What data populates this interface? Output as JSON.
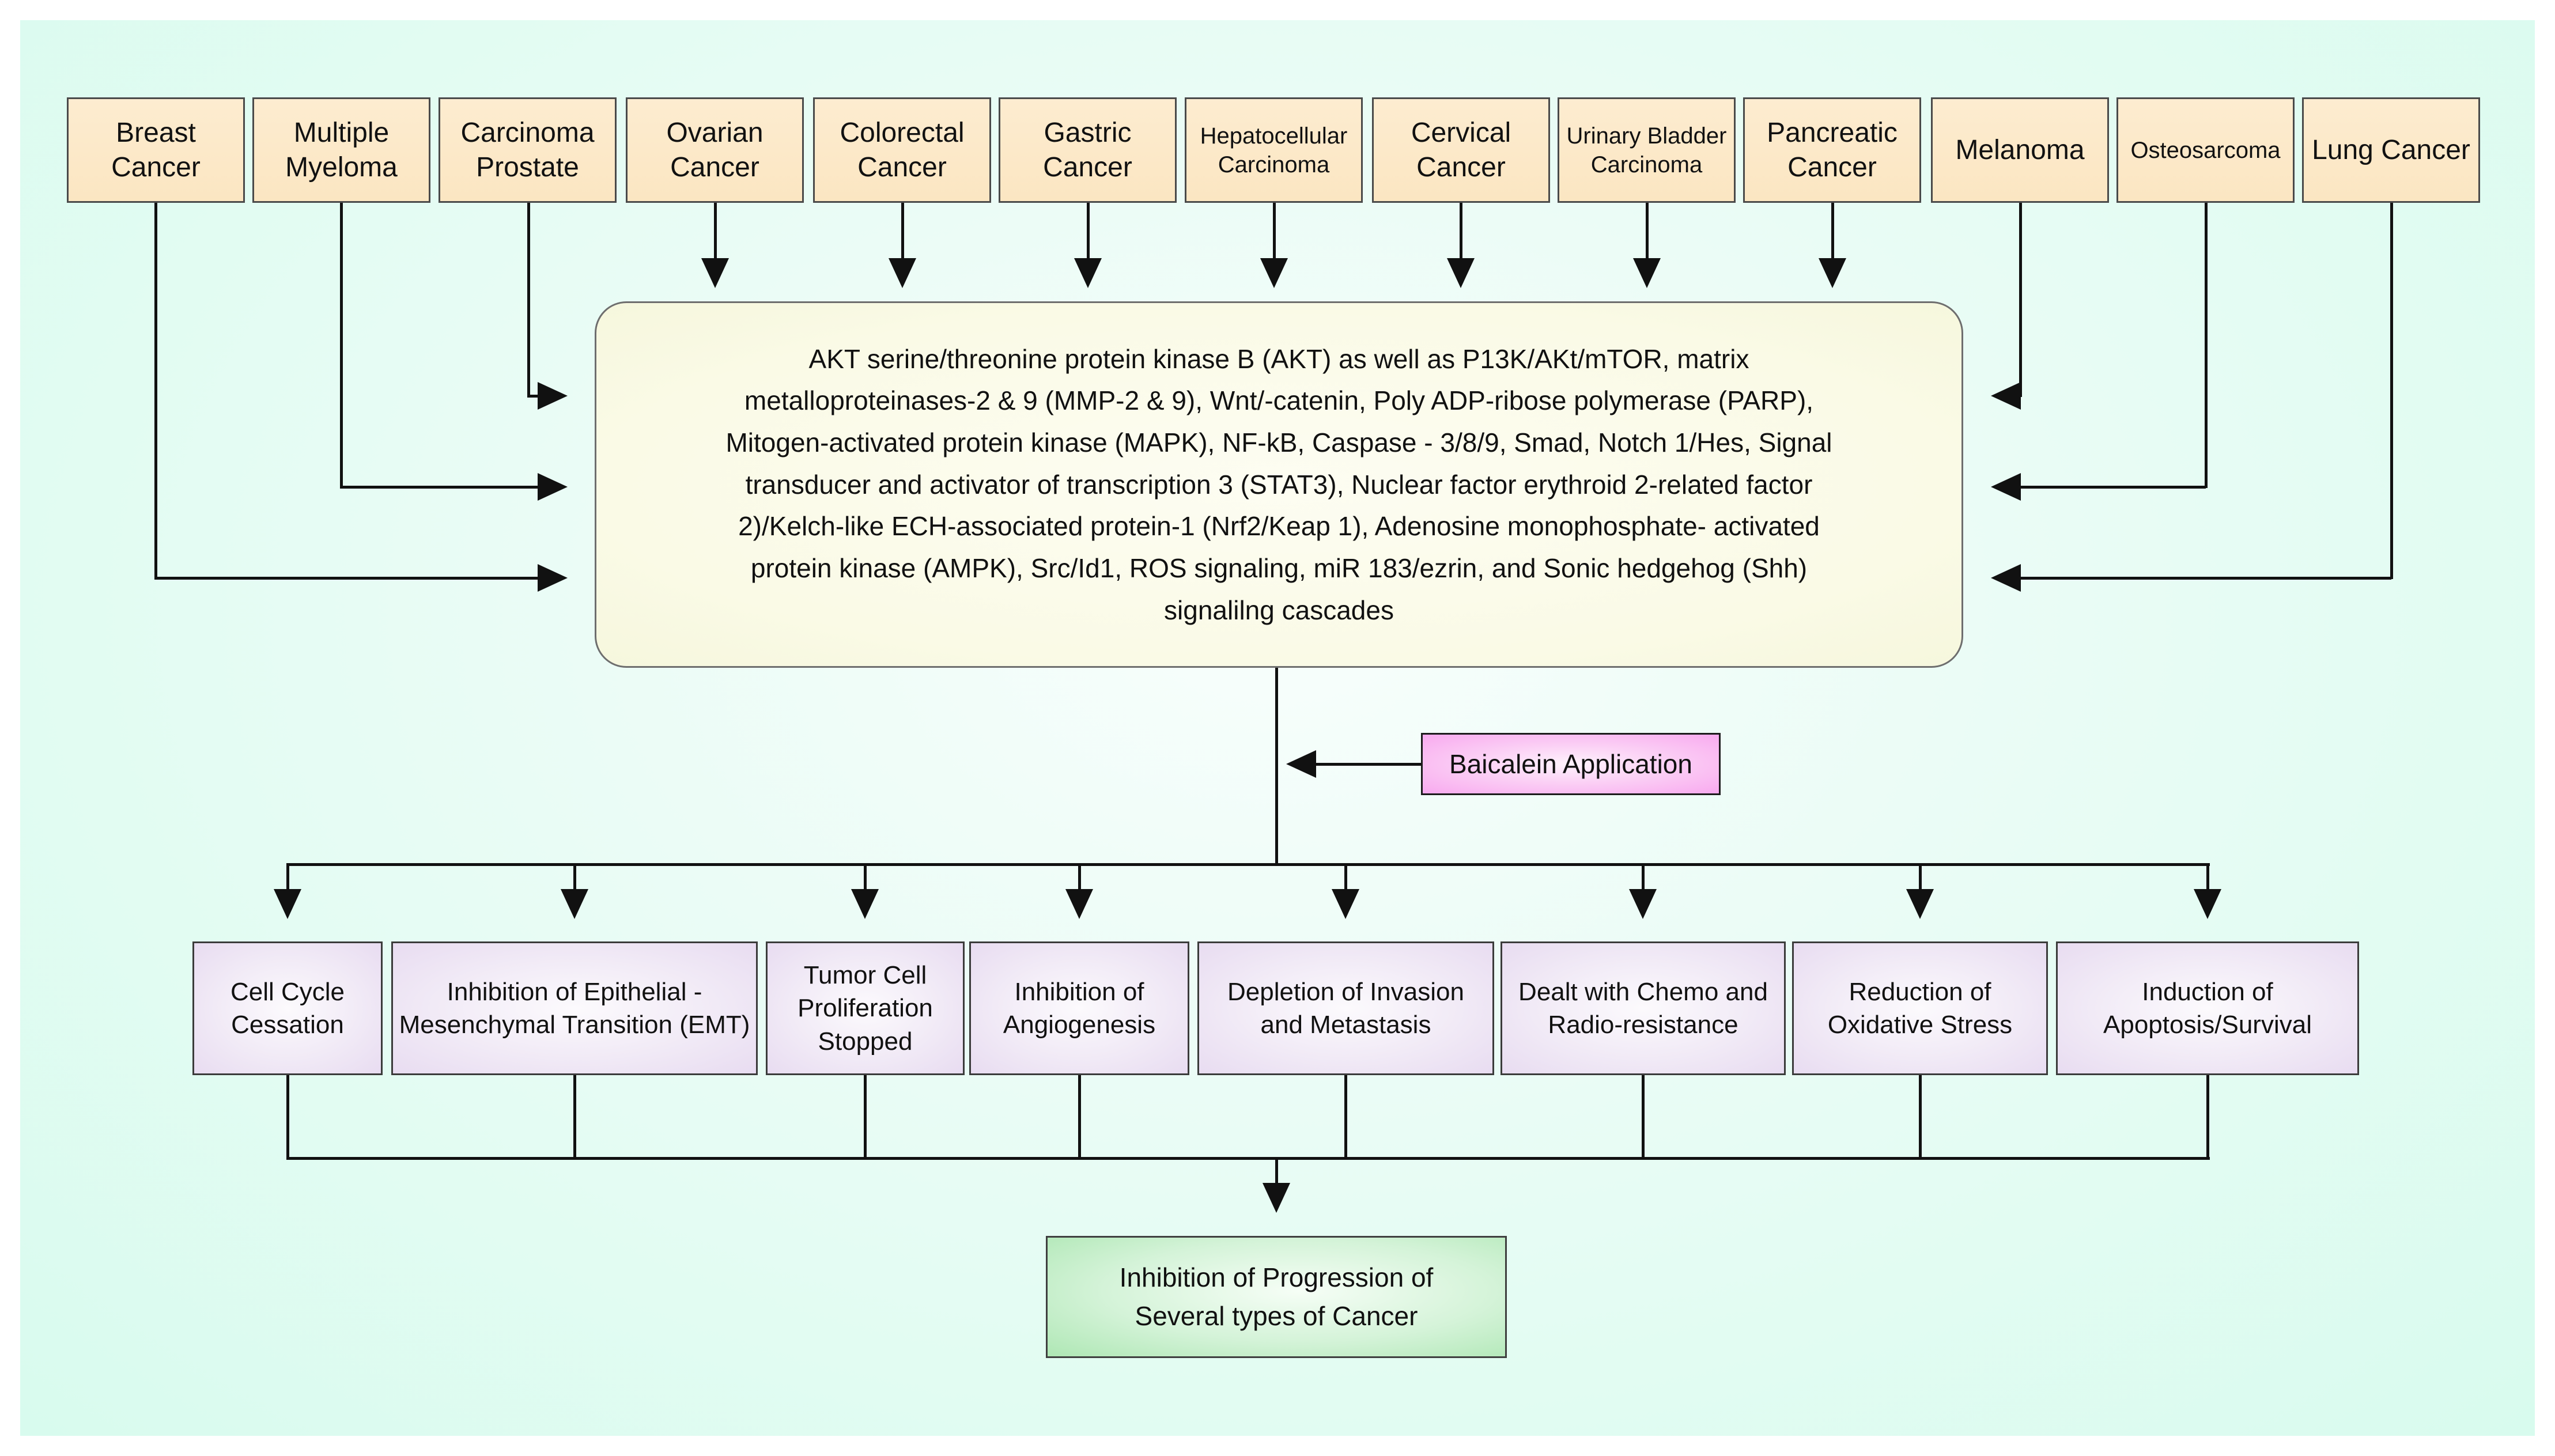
{
  "colors": {
    "panel_background": "#e2fcf3",
    "cancer_box_fill": "#fbe6c2",
    "hub_fill": "#fafae6",
    "baicalein_fill": "#f8a9ef",
    "effect_box_fill": "#e8dcf1",
    "outcome_fill": "#aee7b4",
    "line_color": "#111111"
  },
  "cancer_types": [
    "Breast Cancer",
    "Multiple Myeloma",
    "Carcinoma Prostate",
    "Ovarian Cancer",
    "Colorectal Cancer",
    "Gastric Cancer",
    "Hepatocellular Carcinoma",
    "Cervical Cancer",
    "Urinary Bladder Carcinoma",
    "Pancreatic Cancer",
    "Melanoma",
    "Osteosarcoma",
    "Lung Cancer"
  ],
  "hub": {
    "lines": [
      "AKT serine/threonine protein kinase B (AKT) as well as P13K/AKt/mTOR, matrix",
      "metalloproteinases-2 & 9 (MMP-2 & 9), Wnt/-catenin, Poly ADP-ribose polymerase (PARP),",
      "Mitogen-activated protein kinase (MAPK), NF-kB, Caspase - 3/8/9, Smad, Notch 1/Hes, Signal",
      "transducer and activator of transcription 3 (STAT3), Nuclear factor erythroid 2-related factor",
      "2)/Kelch-like ECH-associated protein-1 (Nrf2/Keap 1), Adenosine  monophosphate- activated",
      "protein kinase (AMPK), Src/Id1, ROS signaling, miR 183/ezrin,  and Sonic hedgehog (Shh)",
      "signalilng cascades"
    ]
  },
  "baicalein": {
    "label": "Baicalein Application"
  },
  "effects": [
    "Cell Cycle Cessation",
    "Inhibition of Epithelial - Mesenchymal Transition (EMT)",
    "Tumor Cell Proliferation Stopped",
    "Inhibition of Angiogenesis",
    "Depletion of Invasion and Metastasis",
    "Dealt with Chemo and Radio-resistance",
    "Reduction of Oxidative Stress",
    "Induction of Apoptosis/Survival"
  ],
  "outcome": {
    "lines": [
      "Inhibition of Progression of",
      "Several types of Cancer"
    ]
  }
}
